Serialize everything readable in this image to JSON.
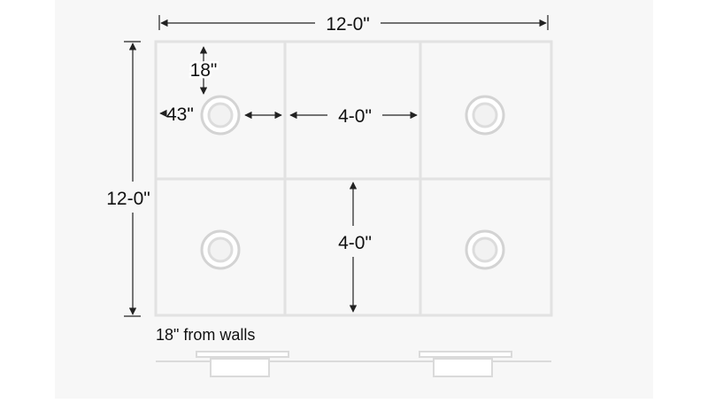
{
  "dimensions": {
    "overall_width": "12-0\"",
    "overall_height": "12-0\"",
    "light_from_top": "18\"",
    "light_from_side": "43\"",
    "light_gap": "4-0\"",
    "row_height": "4-0\""
  },
  "note": "18\" from walls",
  "colors": {
    "grid_line": "#e2e2e2",
    "dimension_line": "#222222",
    "light_outer": "#d3d3d3",
    "light_inner": "#e6e6e6",
    "background_panel": "#f6f6f6"
  }
}
